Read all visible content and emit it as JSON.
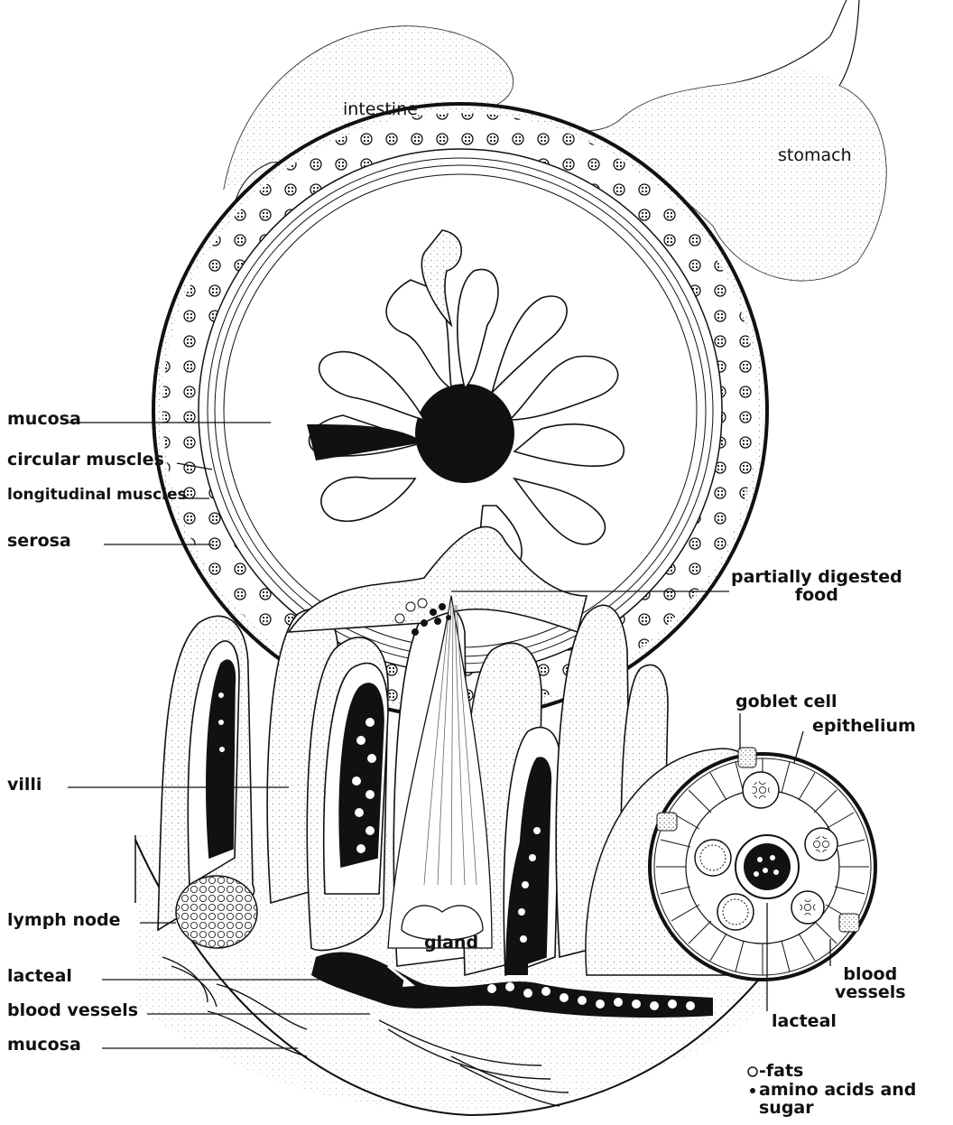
{
  "labels": {
    "intestine": "intestine",
    "stomach": "stomach",
    "mucosa_top": "mucosa",
    "circular_muscles": "circular muscles",
    "longitudinal_muscles": "longitudinal muscles",
    "serosa": "serosa",
    "partially_digested_food": "partially digested\nfood",
    "goblet_cell": "goblet cell",
    "epithelium": "epithelium",
    "villi": "villi",
    "lymph_node": "lymph node",
    "gland": "gland",
    "lacteal_left": "lacteal",
    "blood_vessels_left": "blood vessels",
    "mucosa_bottom": "mucosa",
    "blood_vessels_right": "blood\nvessels",
    "lacteal_right": "lacteal"
  },
  "legend": {
    "fats": "-fats",
    "amino": "amino acids and\nsugar"
  },
  "colors": {
    "ink": "#111111",
    "paper": "#ffffff",
    "stipple": "#cfcfcf"
  }
}
